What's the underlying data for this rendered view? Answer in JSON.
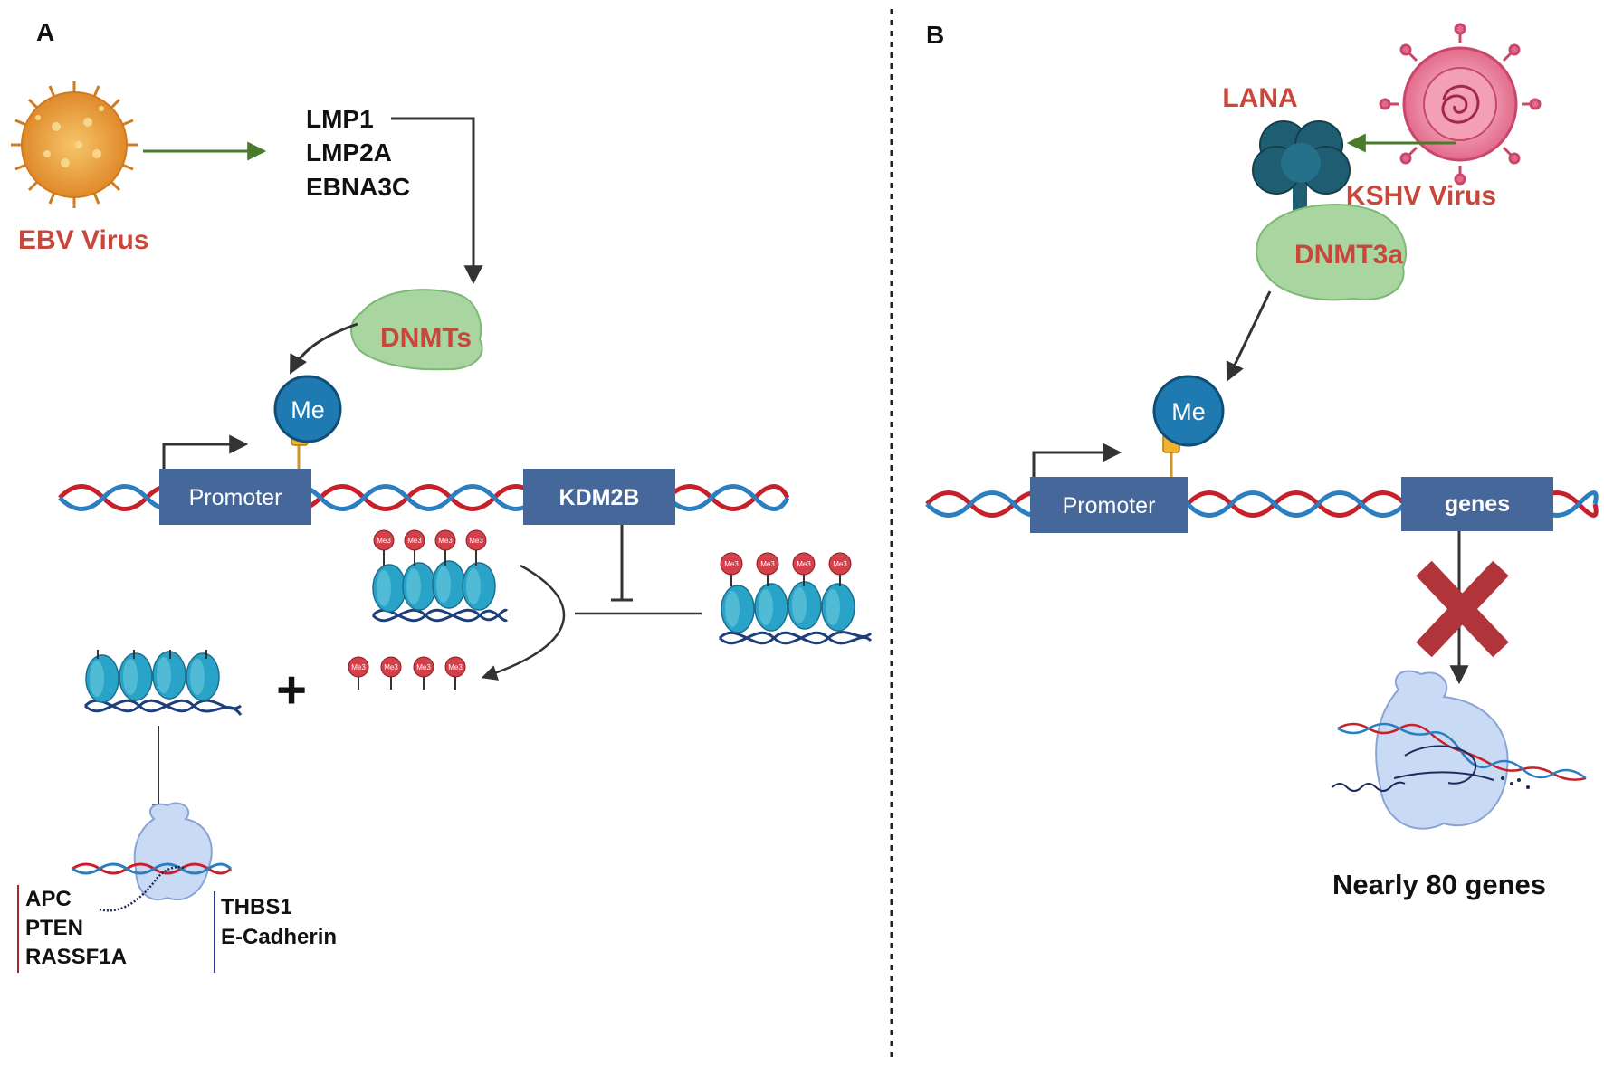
{
  "panel_a": {
    "letter": "A",
    "virus_label": "EBV Virus",
    "viral_proteins": [
      "LMP1",
      "LMP2A",
      "EBNA3C"
    ],
    "enzyme_label": "DNMTs",
    "methyl_label": "Me",
    "promoter_label": "Promoter",
    "kdm_label": "KDM2B",
    "histone_mark": "Me3",
    "plus_symbol": "+",
    "silenced_genes_left": [
      "APC",
      "PTEN",
      "RASSF1A"
    ],
    "silenced_genes_right": [
      "THBS1",
      "E-Cadherin"
    ]
  },
  "panel_b": {
    "letter": "B",
    "virus_label": "KSHV Virus",
    "protein_label": "LANA",
    "enzyme_label": "DNMT3a",
    "methyl_label": "Me",
    "promoter_label": "Promoter",
    "genes_label": "genes",
    "result_label": "Nearly 80 genes"
  },
  "colors": {
    "dna_red": "#c8202a",
    "dna_blue": "#2b7fc0",
    "box": "#46679a",
    "methyl_circle": "#1e7ab0",
    "enzyme_green": "#a8d5a0",
    "label_red": "#c8473a",
    "ebv_orange": "#e69a3a",
    "kshv_pink": "#e0557a",
    "lana_teal": "#1f5e72",
    "cross_red": "#b0343a",
    "arrow_green": "#4a7a2c"
  }
}
